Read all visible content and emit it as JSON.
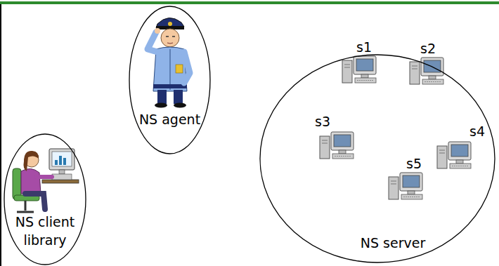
{
  "diagram": {
    "nodes": [
      {
        "text": [
          "NS client library"
        ]
      },
      {
        "text": [
          "NS agent"
        ]
      },
      {
        "text": [
          "NS server"
        ]
      }
    ],
    "labels": [
      "s1",
      "s2",
      "s3",
      "s4",
      "s5"
    ]
  }
}
